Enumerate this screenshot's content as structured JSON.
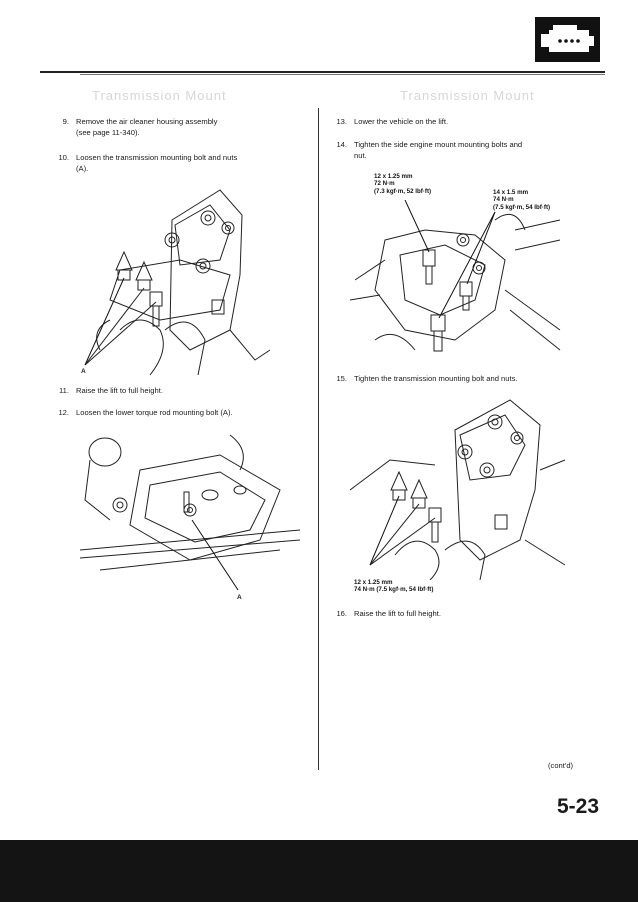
{
  "header": {
    "icon": "engine-icon",
    "ghost_left": "Transmission Mount",
    "ghost_right": "Transmission Mount"
  },
  "left_column": {
    "step9": {
      "num": "9.",
      "line1": "Remove the air cleaner housing assembly",
      "line2": "(see page 11-340)."
    },
    "step10": {
      "num": "10.",
      "line1": "Loosen the transmission mounting bolt and nuts",
      "line2": "(A)."
    },
    "fig1_label": "A",
    "step11": {
      "num": "11.",
      "line1": "Raise the lift to full height."
    },
    "step12": {
      "num": "12.",
      "line1": "Loosen the lower torque rod mounting bolt (A)."
    },
    "fig2_label": "A"
  },
  "right_column": {
    "step13": {
      "num": "13.",
      "line1": "Lower the vehicle on the lift."
    },
    "step14": {
      "num": "14.",
      "line1": "Tighten the side engine mount mounting bolts and",
      "line2": "nut."
    },
    "callout_a": {
      "l1": "12 x 1.25 mm",
      "l2": "72 N·m",
      "l3": "(7.3 kgf·m, 52 lbf·ft)"
    },
    "callout_b": {
      "l1": "14 x 1.5 mm",
      "l2": "74 N·m",
      "l3": "(7.5 kgf·m, 54 lbf·ft)"
    },
    "step15": {
      "num": "15.",
      "line1": "Tighten the transmission mounting bolt and nuts."
    },
    "callout_c": {
      "l1": "12 x 1.25 mm",
      "l2": "74 N·m (7.5 kgf·m, 54 lbf·ft)"
    },
    "step16": {
      "num": "16.",
      "line1": "Raise the lift to full height."
    }
  },
  "footer": {
    "contd": "(cont'd)",
    "page_number": "5-23"
  }
}
